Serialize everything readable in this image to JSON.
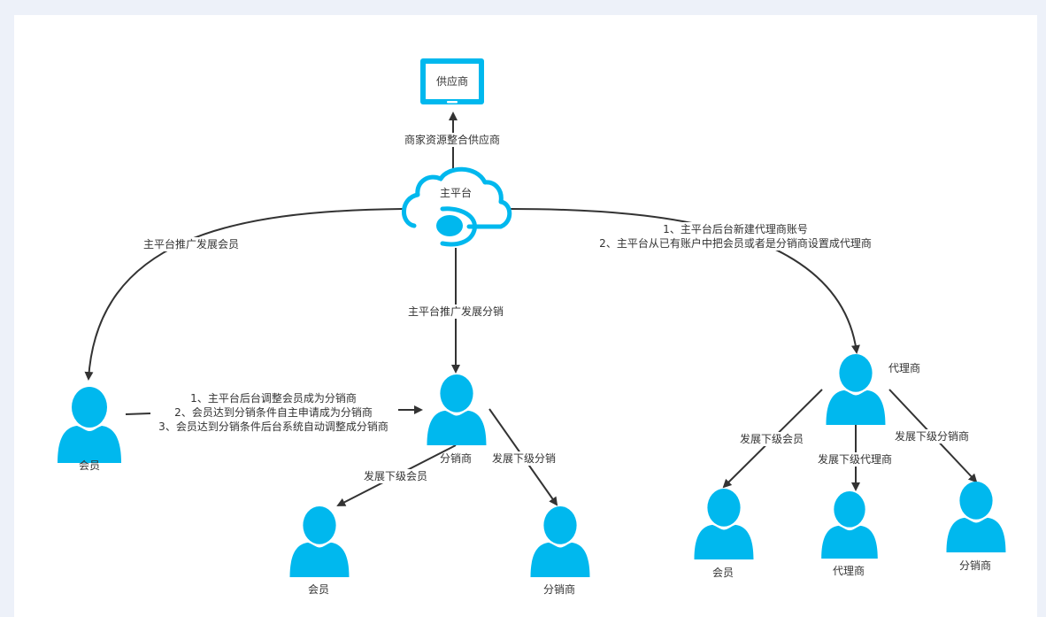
{
  "colors": {
    "accent": "#00b8ee",
    "line": "#333333",
    "background": "#edf1f9",
    "canvas": "#ffffff"
  },
  "nodes": {
    "supplier": {
      "label": "供应商",
      "icon": "monitor-icon"
    },
    "platform": {
      "label": "主平台",
      "icon": "cloud-icon"
    },
    "member_left": {
      "label": "会员",
      "icon": "person-icon"
    },
    "distributor_center": {
      "label": "分销商",
      "icon": "person-icon"
    },
    "member_center_child": {
      "label": "会员",
      "icon": "person-icon"
    },
    "distributor_center_child": {
      "label": "分销商",
      "icon": "person-icon"
    },
    "agent": {
      "label": "代理商",
      "icon": "person-icon"
    },
    "member_agent_child": {
      "label": "会员",
      "icon": "person-icon"
    },
    "agent_agent_child": {
      "label": "代理商",
      "icon": "person-icon"
    },
    "distributor_agent_child": {
      "label": "分销商",
      "icon": "person-icon"
    }
  },
  "edges": {
    "platform_to_supplier": "商家资源整合供应商",
    "platform_to_member": "主平台推广发展会员",
    "platform_to_distributor": "主平台推广发展分销",
    "platform_to_agent": "1、主平台后台新建代理商账号\n2、主平台从已有账户中把会员或者是分销商设置成代理商",
    "member_to_distributor": "1、主平台后台调整会员成为分销商\n2、会员达到分销条件自主申请成为分销商\n3、会员达到分销条件后台系统自动调整成分销商",
    "distributor_to_member": "发展下级会员",
    "distributor_to_distributor": "发展下级分销",
    "agent_to_member": "发展下级会员",
    "agent_to_agent": "发展下级代理商",
    "agent_to_distributor": "发展下级分销商"
  }
}
